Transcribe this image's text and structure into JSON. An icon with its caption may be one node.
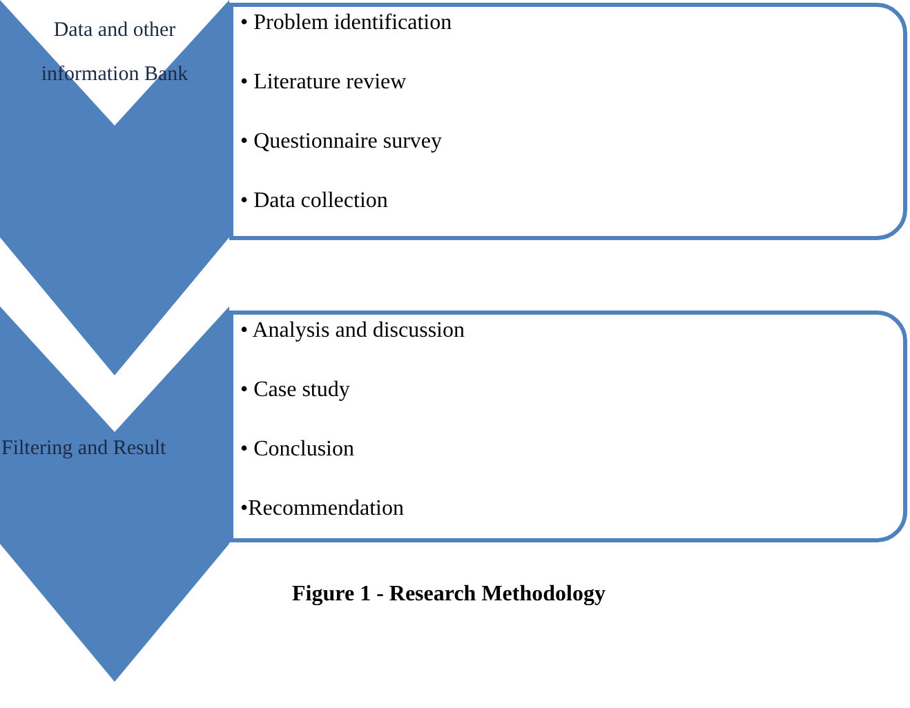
{
  "diagram": {
    "caption": "Figure 1 - Research Methodology",
    "nodes": [
      {
        "text": [
          "Data and other information Bank"
        ]
      },
      {
        "text": [
          "• Problem identification",
          "• Literature review",
          "• Questionnaire survey",
          "• Data collection"
        ]
      },
      {
        "text": [
          "Filtering and Result"
        ]
      },
      {
        "text": [
          "• Analysis and discussion",
          "• Case study",
          "• Conclusion",
          "•Recommendation"
        ]
      }
    ],
    "edges": []
  }
}
